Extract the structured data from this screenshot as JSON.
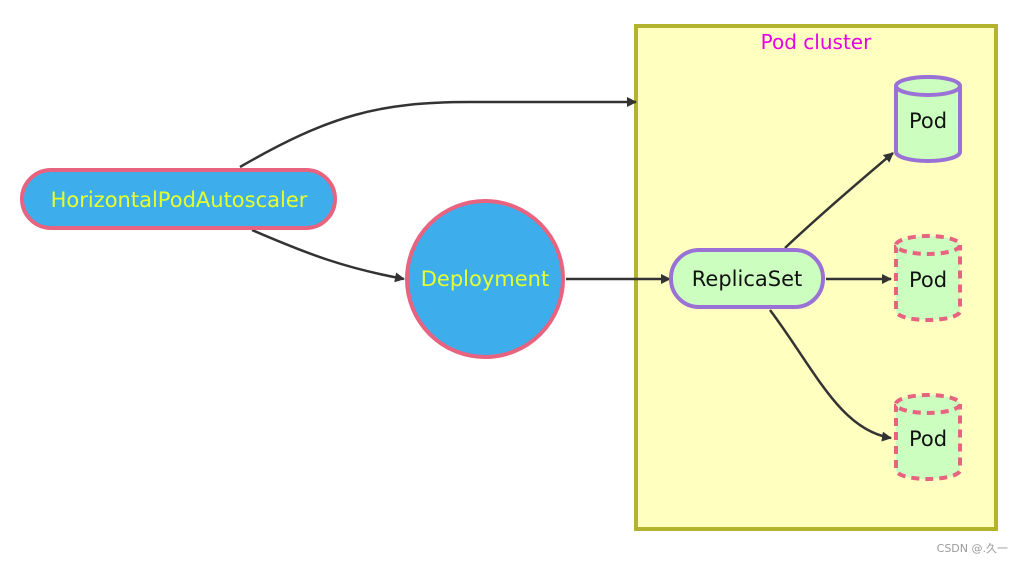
{
  "diagram": {
    "cluster": {
      "title": "Pod cluster"
    },
    "nodes": {
      "hpa": {
        "label": "HorizontalPodAutoscaler"
      },
      "deployment": {
        "label": "Deployment"
      },
      "replicaset": {
        "label": "ReplicaSet"
      },
      "pod_1": {
        "label": "Pod",
        "state": "running"
      },
      "pod_2": {
        "label": "Pod",
        "state": "pending"
      },
      "pod_3": {
        "label": "Pod",
        "state": "pending"
      }
    },
    "edges": [
      {
        "from": "HorizontalPodAutoscaler",
        "to": "Pod cluster"
      },
      {
        "from": "HorizontalPodAutoscaler",
        "to": "Deployment"
      },
      {
        "from": "Deployment",
        "to": "ReplicaSet"
      },
      {
        "from": "ReplicaSet",
        "to": "Pod",
        "style": "solid"
      },
      {
        "from": "ReplicaSet",
        "to": "Pod",
        "style": "dashed"
      },
      {
        "from": "ReplicaSet",
        "to": "Pod",
        "style": "dashed"
      }
    ]
  },
  "colors": {
    "cluster_fill": "#ffffc0",
    "cluster_border": "#b3b32e",
    "cluster_title": "#e600e6",
    "controller_fill": "#3daeeb",
    "controller_border": "#e8637f",
    "controller_text": "#e5ff2e",
    "replicaset_fill": "#ccffbf",
    "replicaset_border": "#9a72d6",
    "pod_fill": "#ccffbf",
    "pod_running_border": "#9a72d6",
    "pod_pending_border": "#e8637f",
    "arrow": "#333333"
  },
  "watermark": "CSDN @.久一"
}
